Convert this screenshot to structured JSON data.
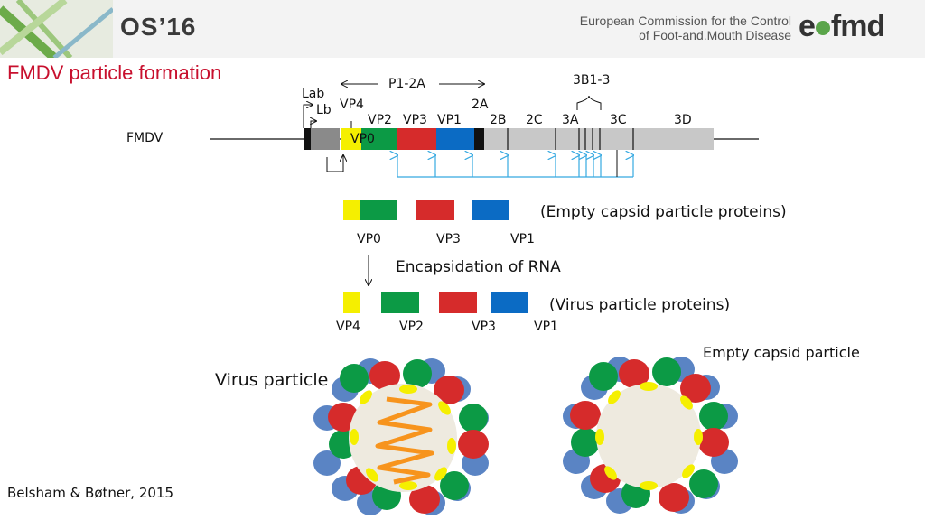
{
  "header": {
    "event": "OS’16",
    "org_line1": "European Commission for the Control",
    "org_line2": "of Foot-and.Mouth Disease",
    "brand_prefix": "e",
    "brand_suffix": "fmd"
  },
  "slide_title": "FMDV particle formation",
  "genome": {
    "name": "FMDV",
    "region_p1": "P1-2A",
    "region_3b": "3B1-3",
    "leader_lab": "Lab",
    "leader_lb": "Lb",
    "vp4": "VP4",
    "vp0": "VP0",
    "vp2": "VP2",
    "vp3": "VP3",
    "vp1": "VP1",
    "p2a": "2A",
    "p2b": "2B",
    "p2c": "2C",
    "p3a": "3A",
    "p3c": "3C",
    "p3d": "3D"
  },
  "empty_proteins": {
    "caption": "(Empty capsid particle proteins)",
    "vp0": "VP0",
    "vp3": "VP3",
    "vp1": "VP1"
  },
  "encapsidation": "Encapsidation of RNA",
  "virus_proteins": {
    "caption": "(Virus particle proteins)",
    "vp4": "VP4",
    "vp2": "VP2",
    "vp3": "VP3",
    "vp1": "VP1"
  },
  "particles": {
    "virus_label": "Virus particle",
    "empty_label": "Empty capsid particle"
  },
  "citation": "Belsham & Bøtner, 2015",
  "colors": {
    "title_red": "#c8102e",
    "vp4_yellow": "#f5ef00",
    "vp2_green": "#0c9a45",
    "vp3_red": "#d62b2b",
    "vp1_blue": "#0b6bc4",
    "capsid_blue": "#5a84c4",
    "cleavage_arrow": "#36a9e1",
    "rna_orange": "#f7941d",
    "polyprotein_grey": "#c8c8c8"
  }
}
